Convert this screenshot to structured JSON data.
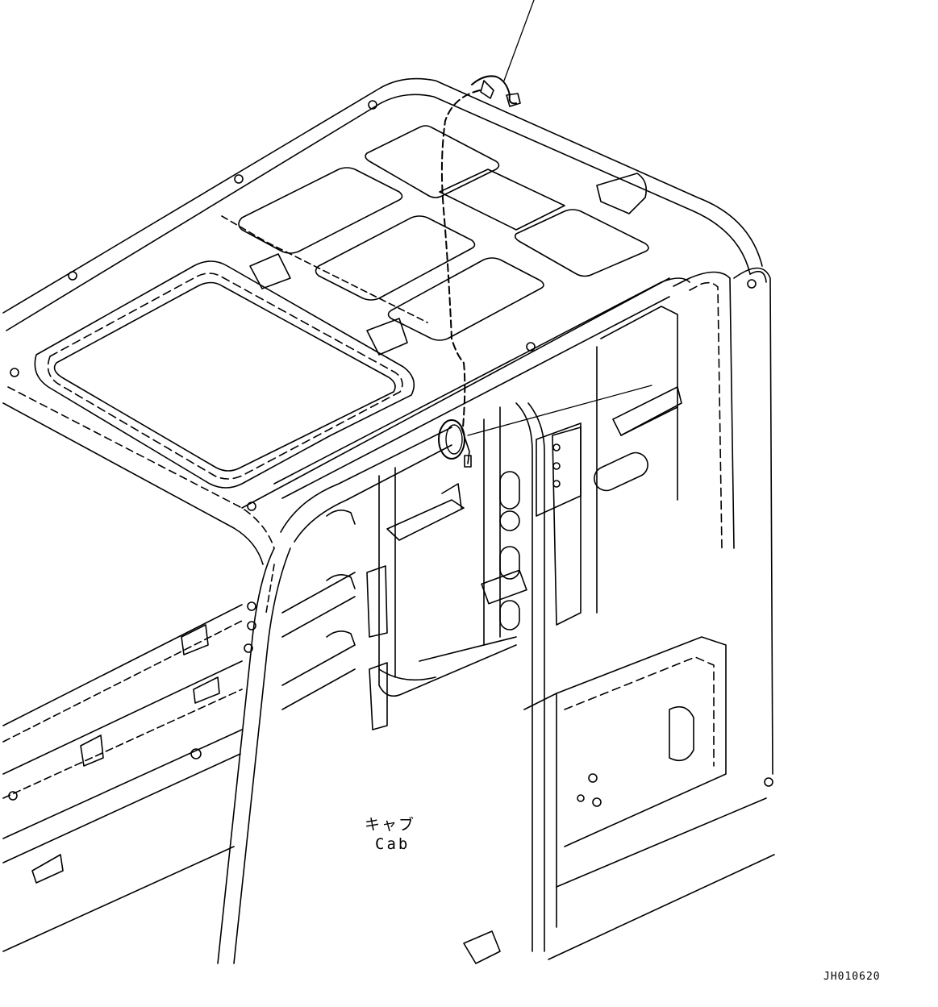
{
  "labels": {
    "part_name_jp": "キャブ",
    "part_name_en": "Cab",
    "drawing_number": "JH010620"
  },
  "colors": {
    "line": "#000000",
    "background": "#ffffff"
  }
}
